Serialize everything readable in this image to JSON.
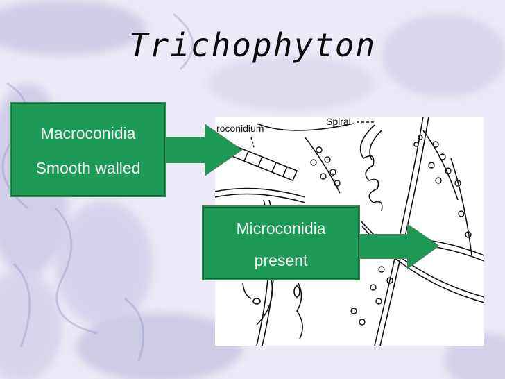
{
  "slide": {
    "title": "Trichophyton",
    "macro_box": {
      "line1": "Macroconidia",
      "line2": "Smooth walled"
    },
    "micro_box": {
      "line1": "Microconidia",
      "line2": "present"
    },
    "diagram_labels": {
      "macroconidium": "roconidium",
      "spiral": "Spiral"
    },
    "colors": {
      "box": "#1c9a56",
      "background": "#eceaf6",
      "title": "#0b0b0b"
    }
  }
}
